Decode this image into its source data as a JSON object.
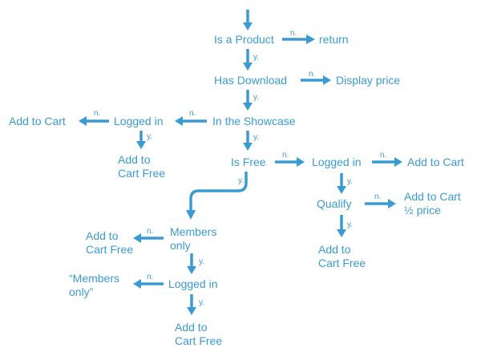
{
  "nodes": {
    "is_product": "Is a Product",
    "return": "return",
    "has_download": "Has Download",
    "display_price": "Display price",
    "in_showcase": "In the Showcase",
    "logged_in_showcase": "Logged in",
    "add_to_cart_left": "Add to Cart",
    "add_to_cart_free_left": [
      "Add to",
      "Cart Free"
    ],
    "is_free": "Is Free",
    "logged_in_free": "Logged in",
    "add_to_cart_right": "Add to Cart",
    "qualify": "Qualify",
    "add_to_cart_half": [
      "Add to Cart",
      "½ price"
    ],
    "add_to_cart_free_qualify": [
      "Add to",
      "Cart Free"
    ],
    "members_only": [
      "Members",
      "only"
    ],
    "add_to_cart_free_members": [
      "Add to",
      "Cart Free"
    ],
    "logged_in_members": "Logged in",
    "members_only_message": [
      "“Members",
      "only”"
    ],
    "add_to_cart_free_bottom": [
      "Add to",
      "Cart Free"
    ]
  },
  "edge_labels": {
    "yes": "y.",
    "no": "n."
  },
  "colors": {
    "accent": "#3a9bd2",
    "background": "#ffffff"
  }
}
